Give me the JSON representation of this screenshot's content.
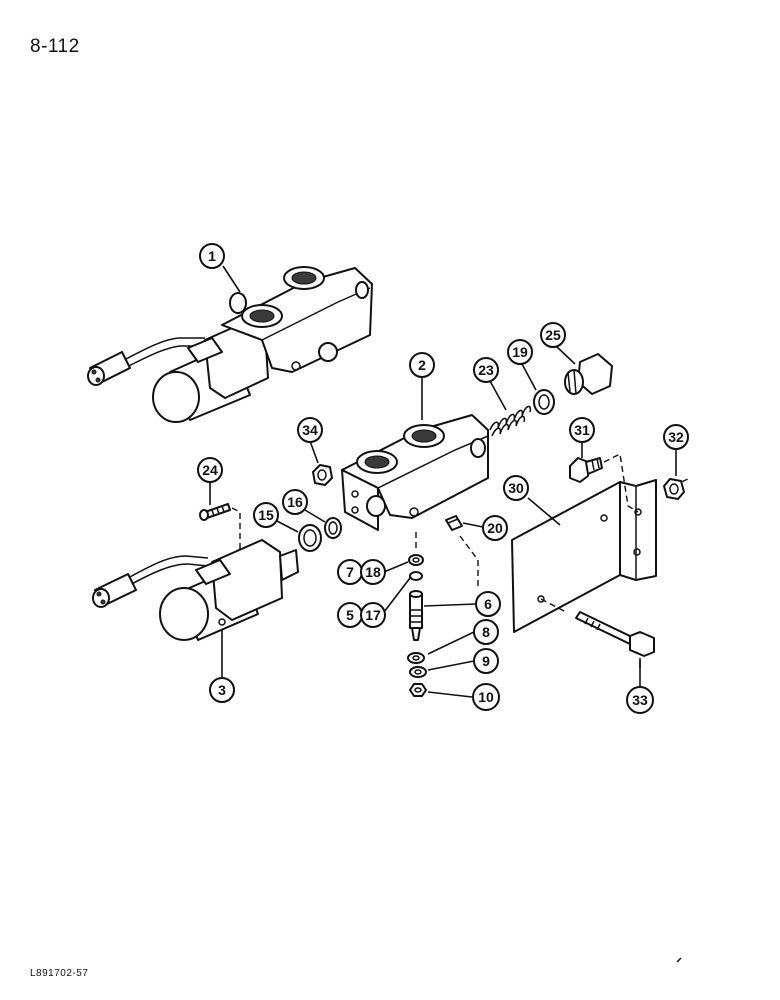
{
  "page": {
    "number": "8-112",
    "ref_code": "L891702-57"
  },
  "callouts": {
    "c1": "1",
    "c2": "2",
    "c3": "3",
    "c5": "5",
    "c6": "6",
    "c7": "7",
    "c8": "8",
    "c9": "9",
    "c10": "10",
    "c15": "15",
    "c16": "16",
    "c17": "17",
    "c18": "18",
    "c19": "19",
    "c20": "20",
    "c23": "23",
    "c24": "24",
    "c25": "25",
    "c30": "30",
    "c31": "31",
    "c32": "32",
    "c33": "33",
    "c34": "34"
  },
  "parts": [
    {
      "callout": "1",
      "depicts": "solenoid-valve-assembly-icon"
    },
    {
      "callout": "2",
      "depicts": "valve-body-icon"
    },
    {
      "callout": "3",
      "depicts": "solenoid-coil-icon"
    },
    {
      "callout": "5",
      "depicts": "o-ring-icon"
    },
    {
      "callout": "6",
      "depicts": "valve-stem-icon"
    },
    {
      "callout": "7",
      "depicts": "o-ring-icon"
    },
    {
      "callout": "8",
      "depicts": "washer-icon"
    },
    {
      "callout": "9",
      "depicts": "washer-icon"
    },
    {
      "callout": "10",
      "depicts": "nut-icon"
    },
    {
      "callout": "15",
      "depicts": "seal-ring-icon"
    },
    {
      "callout": "16",
      "depicts": "o-ring-icon"
    },
    {
      "callout": "17",
      "depicts": "backup-ring-icon"
    },
    {
      "callout": "18",
      "depicts": "backup-ring-icon"
    },
    {
      "callout": "19",
      "depicts": "washer-icon"
    },
    {
      "callout": "20",
      "depicts": "plug-icon"
    },
    {
      "callout": "23",
      "depicts": "spring-icon"
    },
    {
      "callout": "24",
      "depicts": "screw-icon"
    },
    {
      "callout": "25",
      "depicts": "plug-fitting-icon"
    },
    {
      "callout": "30",
      "depicts": "mounting-bracket-icon"
    },
    {
      "callout": "31",
      "depicts": "bolt-icon"
    },
    {
      "callout": "32",
      "depicts": "nut-icon"
    },
    {
      "callout": "33",
      "depicts": "bolt-icon"
    },
    {
      "callout": "34",
      "depicts": "nut-icon"
    }
  ]
}
